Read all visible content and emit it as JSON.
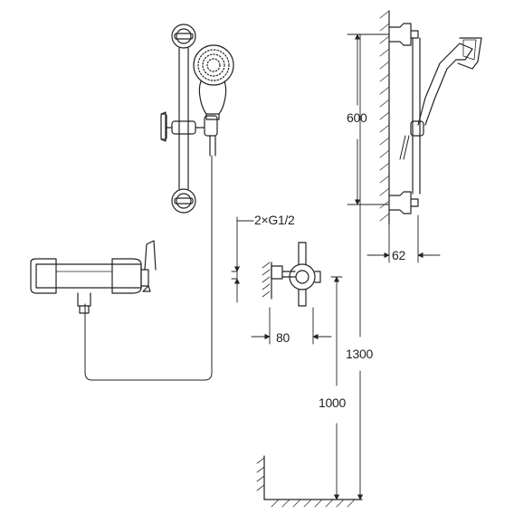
{
  "labels": {
    "connection": "2×G1/2",
    "rail_length": "600",
    "wall_projection": "62",
    "inlet_spacing": "80",
    "total_height": "1300",
    "mixer_height": "1000"
  },
  "colors": {
    "line": "#222222",
    "hatch": "#333333",
    "background": "#ffffff"
  }
}
